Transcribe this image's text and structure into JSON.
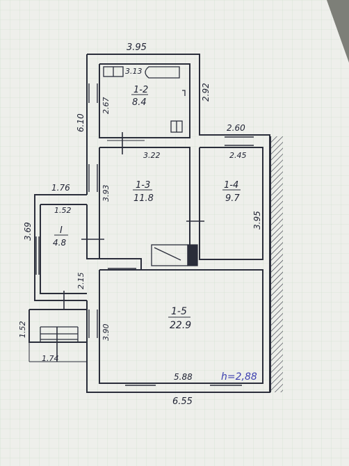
{
  "dimensions": {
    "top_width": "3.95",
    "top_left_height": "6.10",
    "bath_inner_width": "3.13",
    "bath_inner_height": "2.67",
    "bath_right_height": "2.92",
    "top_right_width": "2.60",
    "room13_top": "3.22",
    "room14_top": "2.45",
    "room13_height": "3.93",
    "room14_height": "3.95",
    "corridor_outer": "1.76",
    "corridor_inner": "1.52",
    "corridor_height": "3.69",
    "corridor_lower": "2.15",
    "room15_height": "3.90",
    "room15_width": "5.88",
    "bottom_width": "6.55",
    "porch_height": "1.52",
    "porch_width": "1.74"
  },
  "rooms": [
    {
      "id": "1-2",
      "area": "8.4"
    },
    {
      "id": "1-3",
      "area": "11.8"
    },
    {
      "id": "1-4",
      "area": "9.7"
    },
    {
      "id": "I",
      "area": "4.8"
    },
    {
      "id": "1-5",
      "area": "22.9"
    }
  ],
  "ceiling_height": "h=2,88",
  "colors": {
    "ink": "#2a2d3a",
    "pencil": "#3c3fb0",
    "paper": "#f1f1ee"
  }
}
